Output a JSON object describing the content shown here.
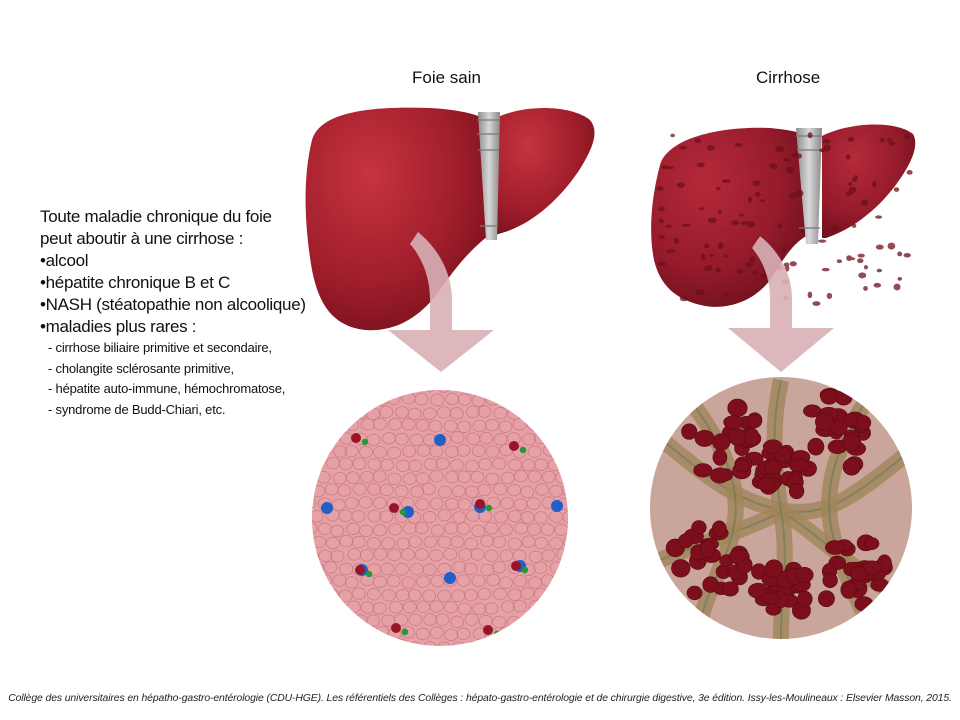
{
  "labels": {
    "healthy": "Foie sain",
    "cirrhosis": "Cirrhose"
  },
  "intro": {
    "line1": "Toute maladie chronique du foie",
    "line2": "peut aboutir à une cirrhose :",
    "causes": [
      "alcool",
      "hépatite chronique B et C",
      "NASH (stéatopathie non alcoolique)",
      "maladies plus rares :"
    ],
    "rare_causes": [
      "cirrhose biliaire primitive et secondaire,",
      "cholangite sclérosante primitive,",
      "hépatite auto-immune, hémochromatose,",
      "syndrome de Budd-Chiari, etc."
    ]
  },
  "caption": "Collège des universitaires en hépatho-gastro-entérologie (CDU-HGE). Les référentiels des Collèges : hépato-gastro-entérologie et de chirurgie digestive, 3e édition. Issy-les-Moulineaux : Elsevier Masson, 2015.",
  "colors": {
    "liver": "#a8202c",
    "liver_dark": "#7a1420",
    "arrow": "#d9b3b8",
    "healthy_tissue": "#e4a0a4",
    "cirrhotic_nodule": "#7d0f1c",
    "fibrosis": "#a0855a",
    "portal_vein": "#1f5fc8",
    "bile_duct": "#1e9a3a"
  }
}
